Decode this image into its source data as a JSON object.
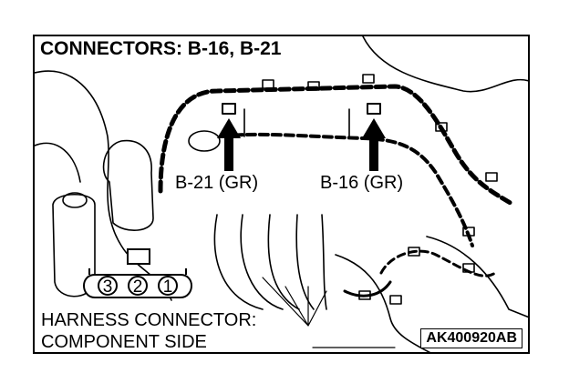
{
  "diagram": {
    "title": "CONNECTORS: B-16, B-21",
    "callouts": [
      {
        "id": "b21",
        "label": "B-21 (GR)"
      },
      {
        "id": "b16",
        "label": "B-16 (GR)"
      }
    ],
    "harness_connector": {
      "line1": "HARNESS CONNECTOR:",
      "line2": "COMPONENT SIDE",
      "pins": [
        "3",
        "2",
        "1"
      ]
    },
    "figure_code": "AK400920AB"
  }
}
